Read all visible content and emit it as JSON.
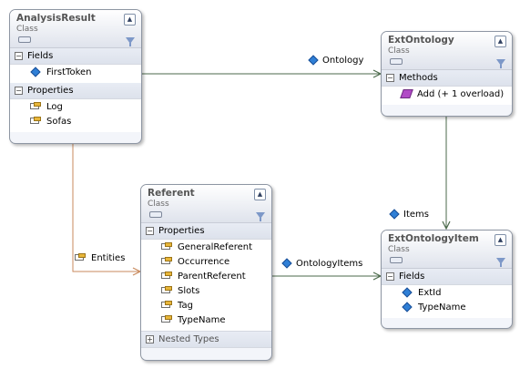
{
  "classes": {
    "analysis": {
      "name": "AnalysisResult",
      "kind": "Class",
      "sections": [
        {
          "label": "Fields",
          "items": [
            {
              "text": "FirstToken",
              "icon": "field"
            }
          ]
        },
        {
          "label": "Properties",
          "items": [
            {
              "text": "Log",
              "icon": "property"
            },
            {
              "text": "Sofas",
              "icon": "property"
            }
          ]
        }
      ]
    },
    "extontology": {
      "name": "ExtOntology",
      "kind": "Class",
      "sections": [
        {
          "label": "Methods",
          "items": [
            {
              "text": "Add (+ 1 overload)",
              "icon": "method"
            }
          ]
        }
      ]
    },
    "referent": {
      "name": "Referent",
      "kind": "Class",
      "sections": [
        {
          "label": "Properties",
          "items": [
            {
              "text": "GeneralReferent",
              "icon": "property"
            },
            {
              "text": "Occurrence",
              "icon": "property"
            },
            {
              "text": "ParentReferent",
              "icon": "property"
            },
            {
              "text": "Slots",
              "icon": "property"
            },
            {
              "text": "Tag",
              "icon": "property"
            },
            {
              "text": "TypeName",
              "icon": "property"
            }
          ]
        }
      ],
      "nested": "Nested Types"
    },
    "extontologyitem": {
      "name": "ExtOntologyItem",
      "kind": "Class",
      "sections": [
        {
          "label": "Fields",
          "items": [
            {
              "text": "ExtId",
              "icon": "field"
            },
            {
              "text": "TypeName",
              "icon": "field"
            }
          ]
        }
      ]
    }
  },
  "associations": {
    "ontology": "Ontology",
    "entities": "Entities",
    "items": "Items",
    "ontology_items": "OntologyItems"
  },
  "colors": {
    "association_line": "#4b6a4b",
    "entities_line": "#c98a5d",
    "header_text": "#555555"
  }
}
